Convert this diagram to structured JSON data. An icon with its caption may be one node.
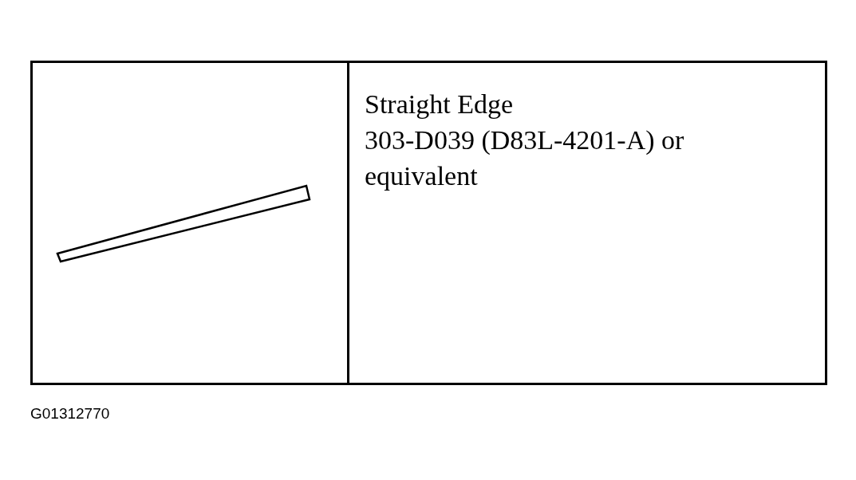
{
  "diagram": {
    "labels": [
      "Straight Edge",
      "303-D039 (D83L-4201-A) or equivalent",
      "G01312770"
    ]
  }
}
